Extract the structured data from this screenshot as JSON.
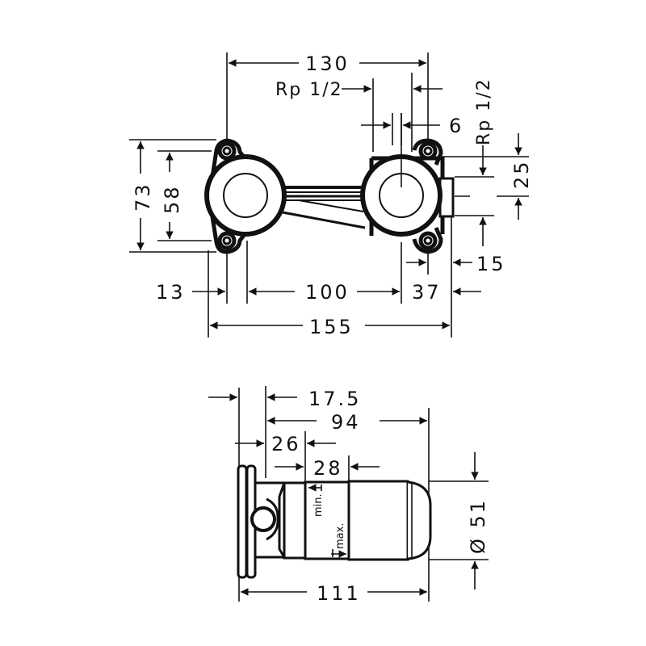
{
  "drawing": {
    "top_view": {
      "dimensions": {
        "overall_width": "155",
        "mount_width": "130",
        "center_distance": "100",
        "left_offset": "13",
        "right_offset": "37",
        "side_protrusion": "15",
        "height_outer": "73",
        "height_inner": "58",
        "outlet_height": "25",
        "gap": "6",
        "thread_top": "Rp 1/2",
        "thread_side": "Rp 1/2"
      }
    },
    "side_view": {
      "dimensions": {
        "plate_offset": "17.5",
        "body_length": "94",
        "first_segment": "26",
        "adjust_range": "28",
        "overall_depth": "111",
        "diameter": "Ø 51"
      },
      "labels": {
        "min": "min.",
        "max": "max."
      }
    }
  }
}
